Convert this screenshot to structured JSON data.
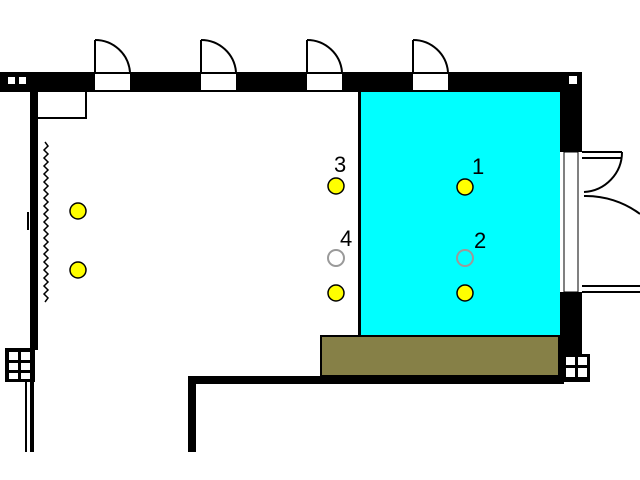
{
  "colors": {
    "wall": "#000000",
    "stage_area": "#00ffff",
    "platform": "#868047",
    "light_on": "#ffff00",
    "light_off": "#9a9a9a",
    "background": "#ffffff"
  },
  "labels": {
    "marker_1": "1",
    "marker_2": "2",
    "marker_3": "3",
    "marker_4": "4"
  },
  "icons": {
    "door": "door-swing-icon",
    "column": "column-grid-icon",
    "curtain": "curtain-zigzag-icon"
  }
}
